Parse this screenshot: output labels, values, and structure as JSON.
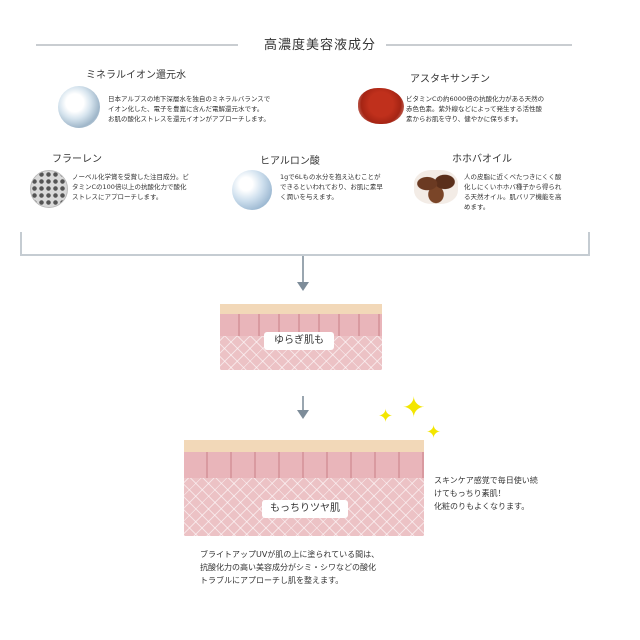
{
  "title": "高濃度美容液成分",
  "ingredients": [
    {
      "name": "ミネラルイオン還元水",
      "description": [
        "日本アルプスの地下深層水を独自のミネラルバランスで",
        "イオン化した、電子を豊富に含んだ電解還元水です。",
        "お肌の酸化ストレスを還元イオンがアプローチします。"
      ],
      "icon": "water-splash-icon"
    },
    {
      "name": "アスタキサンチン",
      "description": [
        "ビタミンCの約6000倍の抗酸化力がある天然の",
        "赤色色素。紫外線などによって発生する活性酸",
        "素からお肌を守り、健やかに保ちます。"
      ],
      "icon": "red-powder-icon"
    },
    {
      "name": "フラーレン",
      "description": [
        "ノーベル化学賞を受賞した注目成分。ビ",
        "タミンCの100倍以上の抗酸化力で酸化",
        "ストレスにアプローチします。"
      ],
      "icon": "fullerene-molecule-icon"
    },
    {
      "name": "ヒアルロン酸",
      "description": [
        "1gで6Lもの水分を抱え込むことが",
        "できるといわれており、お肌に素早",
        "く潤いを与えます。"
      ],
      "icon": "hyaluronic-droplet-icon"
    },
    {
      "name": "ホホバオイル",
      "description": [
        "人の皮脂に近くべたつきにくく酸",
        "化しにくいホホバ種子から得られ",
        "る天然オイル。肌バリア機能を高",
        "めます。"
      ],
      "icon": "jojoba-seeds-icon"
    }
  ],
  "skin_before": {
    "label": "ゆらぎ肌も"
  },
  "skin_after": {
    "label": "もっちりツヤ肌"
  },
  "side_note": [
    "スキンケア感覚で毎日使い続",
    "けてもっちり素肌！",
    "化粧のりもよくなります。"
  ],
  "bottom_text": [
    "ブライトアップUVが肌の上に塗られている間は、",
    "抗酸化力の高い美容成分がシミ・シワなどの酸化",
    "トラブルにアプローチし肌を整えます。"
  ],
  "colors": {
    "line": "#c9cdd1",
    "arrow": "#8a98a4",
    "star": "#f3e600",
    "skin_top": "#f2d8b8",
    "skin_cells": "#e2a6ac",
    "skin_mesh": "#ecc2c5"
  }
}
